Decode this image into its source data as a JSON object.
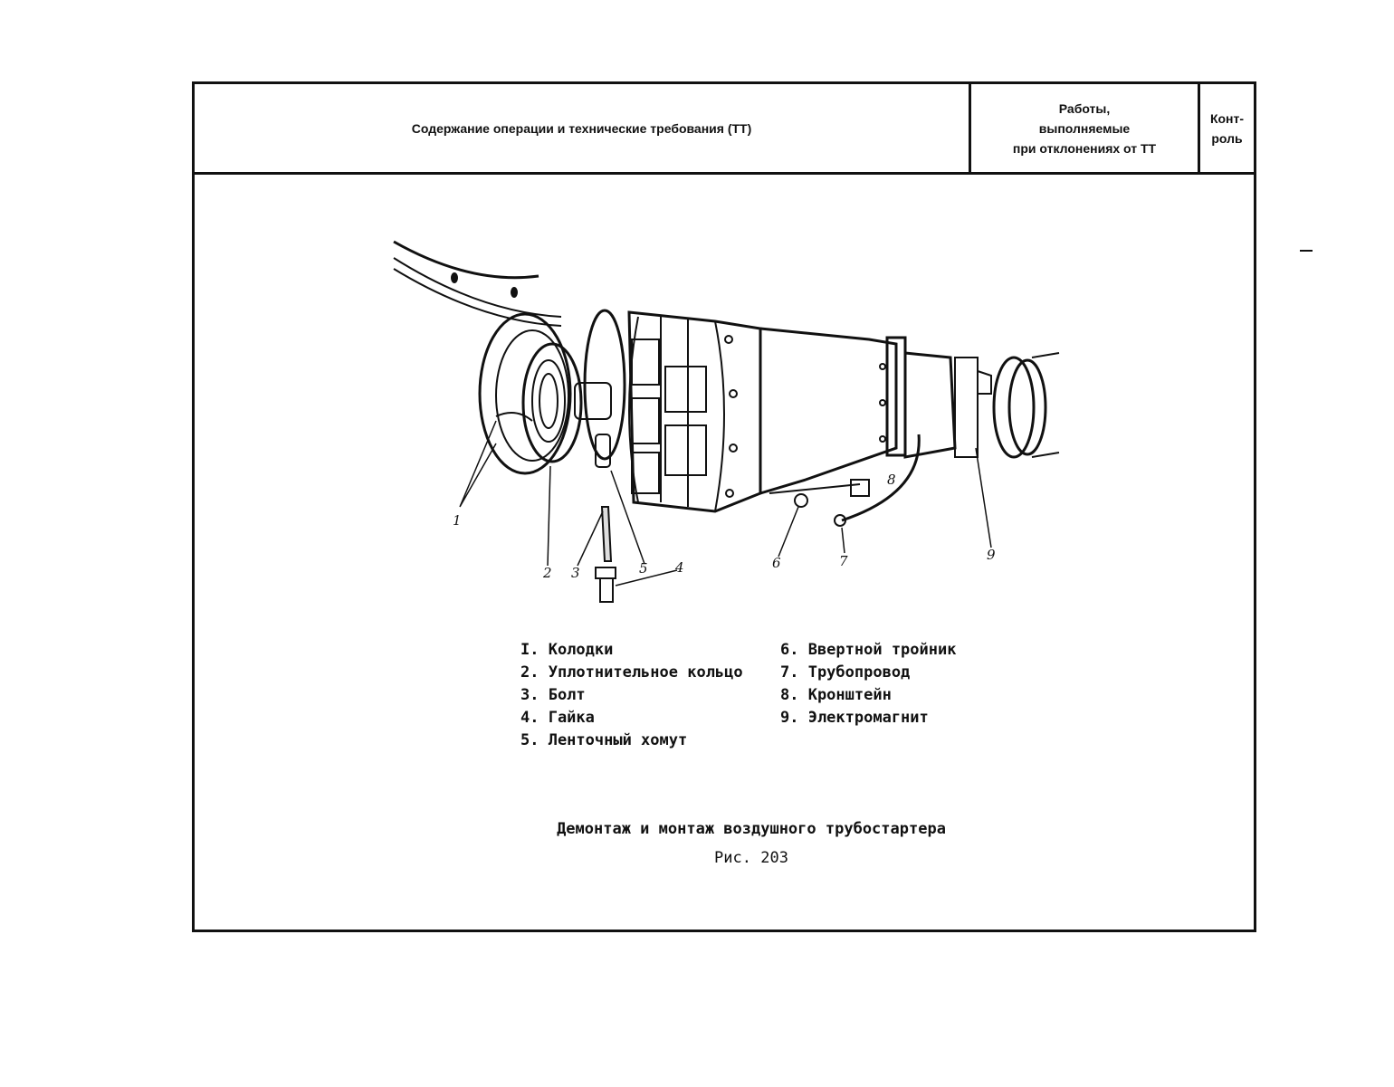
{
  "header": {
    "col1": "Содержание операции и технические требования (ТТ)",
    "col2": [
      "Работы,",
      "выполняемые",
      "при отклонениях от ТТ"
    ],
    "col3": [
      "Конт-",
      "роль"
    ]
  },
  "figure": {
    "callouts": [
      "1",
      "2",
      "3",
      "4",
      "5",
      "6",
      "7",
      "8",
      "9"
    ]
  },
  "legend": {
    "left": [
      "I. Колодки",
      "2. Уплотнительное кольцо",
      "3. Болт",
      "4. Гайка",
      "5. Ленточный хомут"
    ],
    "right": [
      "6. Ввертной тройник",
      "7. Трубопровод",
      "8. Кронштейн",
      "9. Электромагнит"
    ]
  },
  "caption": {
    "title": "Демонтаж и монтаж воздушного трубостартера",
    "figure_no": "Рис. 203"
  }
}
